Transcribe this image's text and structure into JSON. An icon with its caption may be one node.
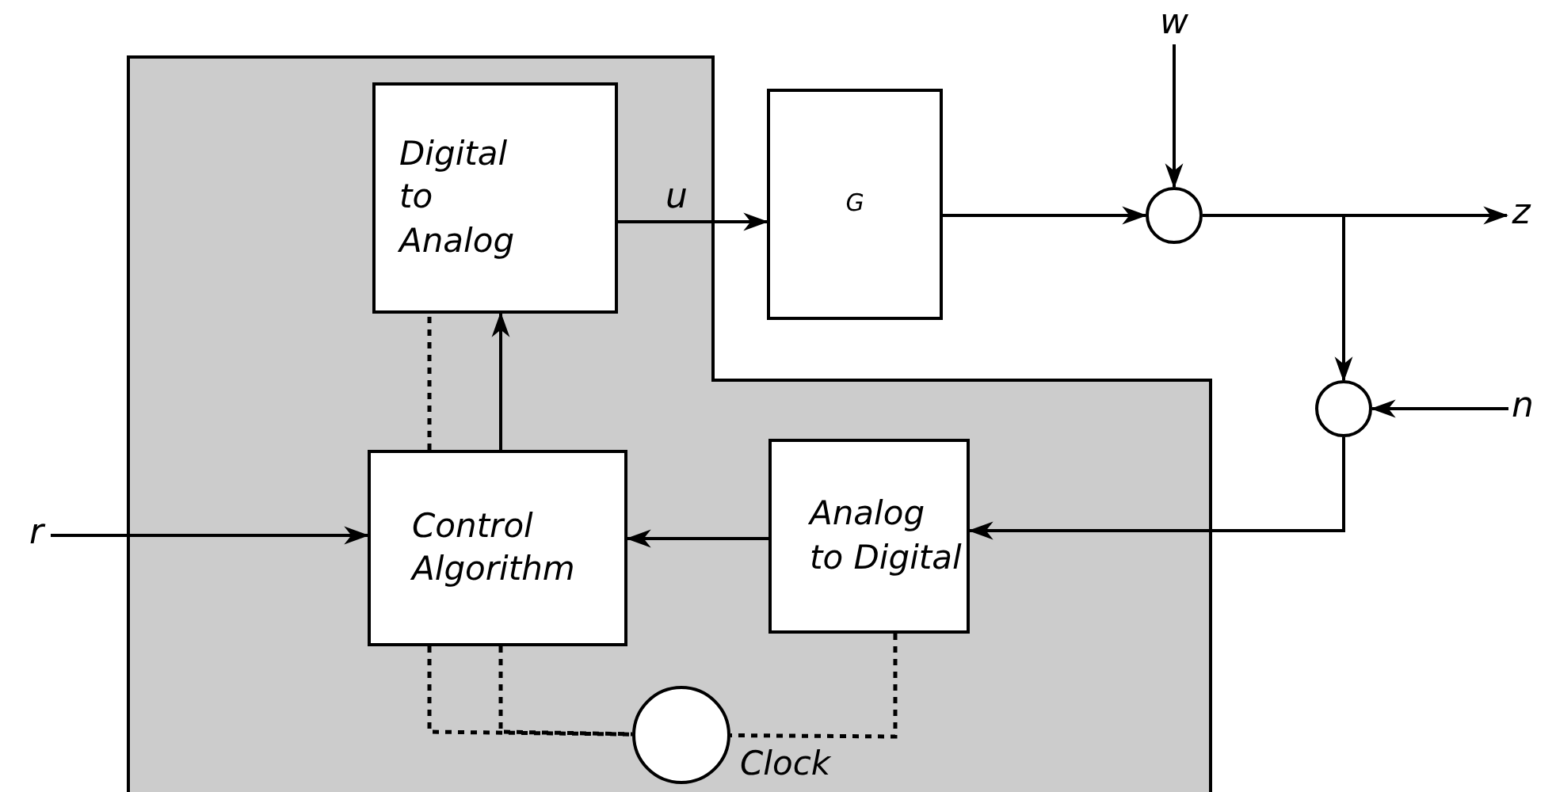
{
  "diagram": {
    "nodes": [
      {
        "text": [],
        "shape": "box"
      },
      {
        "text": [
          "Digital to Analog"
        ],
        "in": 0
      },
      {
        "text": [
          "G"
        ]
      },
      {
        "text": [],
        "shape": "circle"
      },
      {
        "text": [
          "Control Algorithm"
        ],
        "in": 0
      },
      {
        "text": [
          "Analog to Digital"
        ],
        "in": 0
      },
      {
        "text": [],
        "shape": "circle"
      },
      {
        "text": [],
        "shape": "circle",
        "in": 0,
        "beside": [
          "Clock"
        ]
      },
      {
        "text": [
          "r"
        ]
      },
      {
        "text": [
          "w"
        ]
      },
      {
        "text": [
          "z"
        ]
      },
      {
        "text": [
          "n"
        ]
      }
    ],
    "edges": [
      {
        "from": 1,
        "to": 2,
        "arrow": "to",
        "label": "u"
      },
      {
        "from": 2,
        "to": 3,
        "arrow": "to"
      },
      {
        "from": 9,
        "to": 3,
        "arrow": "to"
      },
      {
        "from": 3,
        "to": 10,
        "arrow": "to"
      },
      {
        "from": 3,
        "to": 6,
        "arrow": "to"
      },
      {
        "from": 11,
        "to": 6,
        "arrow": "to"
      },
      {
        "from": 6,
        "to": 5,
        "arrow": "to"
      },
      {
        "from": 5,
        "to": 4,
        "arrow": "to"
      },
      {
        "from": 8,
        "to": 4,
        "arrow": "to"
      },
      {
        "from": 4,
        "to": 1,
        "arrow": "to"
      },
      {
        "from": 4,
        "to": 1,
        "arrow": "none",
        "style": "dashed"
      },
      {
        "from": 4,
        "to": 7,
        "arrow": "none",
        "style": "dashed"
      },
      {
        "from": 4,
        "to": 7,
        "arrow": "none",
        "style": "dashed"
      },
      {
        "from": 5,
        "to": 7,
        "arrow": "none",
        "style": "dashed"
      }
    ]
  }
}
